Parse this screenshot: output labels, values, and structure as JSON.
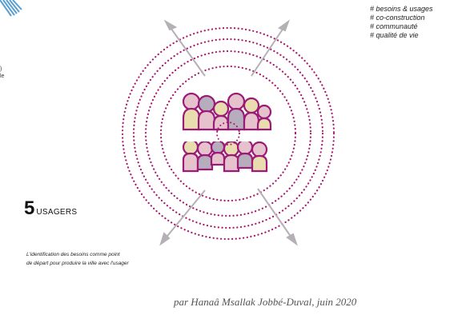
{
  "tags": [
    "# besoins & usages",
    "# co-construction",
    "# communauté",
    "# qualité de vie"
  ],
  "edge_text": [
    ")",
    "le"
  ],
  "heading": {
    "number": "5",
    "word": "USAGERS"
  },
  "caption": [
    "L'identification des besoins comme point",
    "de départ pour produire la ville avec l'usager"
  ],
  "signature": "par Hanaâ Msallak Jobbé-Duval, juin 2020",
  "colors": {
    "ring": "#a8186e",
    "figure_fill_pink": "#e6c2cc",
    "figure_fill_yellow": "#e9dcae",
    "figure_fill_gray": "#b6aebd",
    "figure_stroke": "#9b1a78",
    "arrow": "#b5b0b6",
    "corner_stripes": "#5a9fd0"
  }
}
